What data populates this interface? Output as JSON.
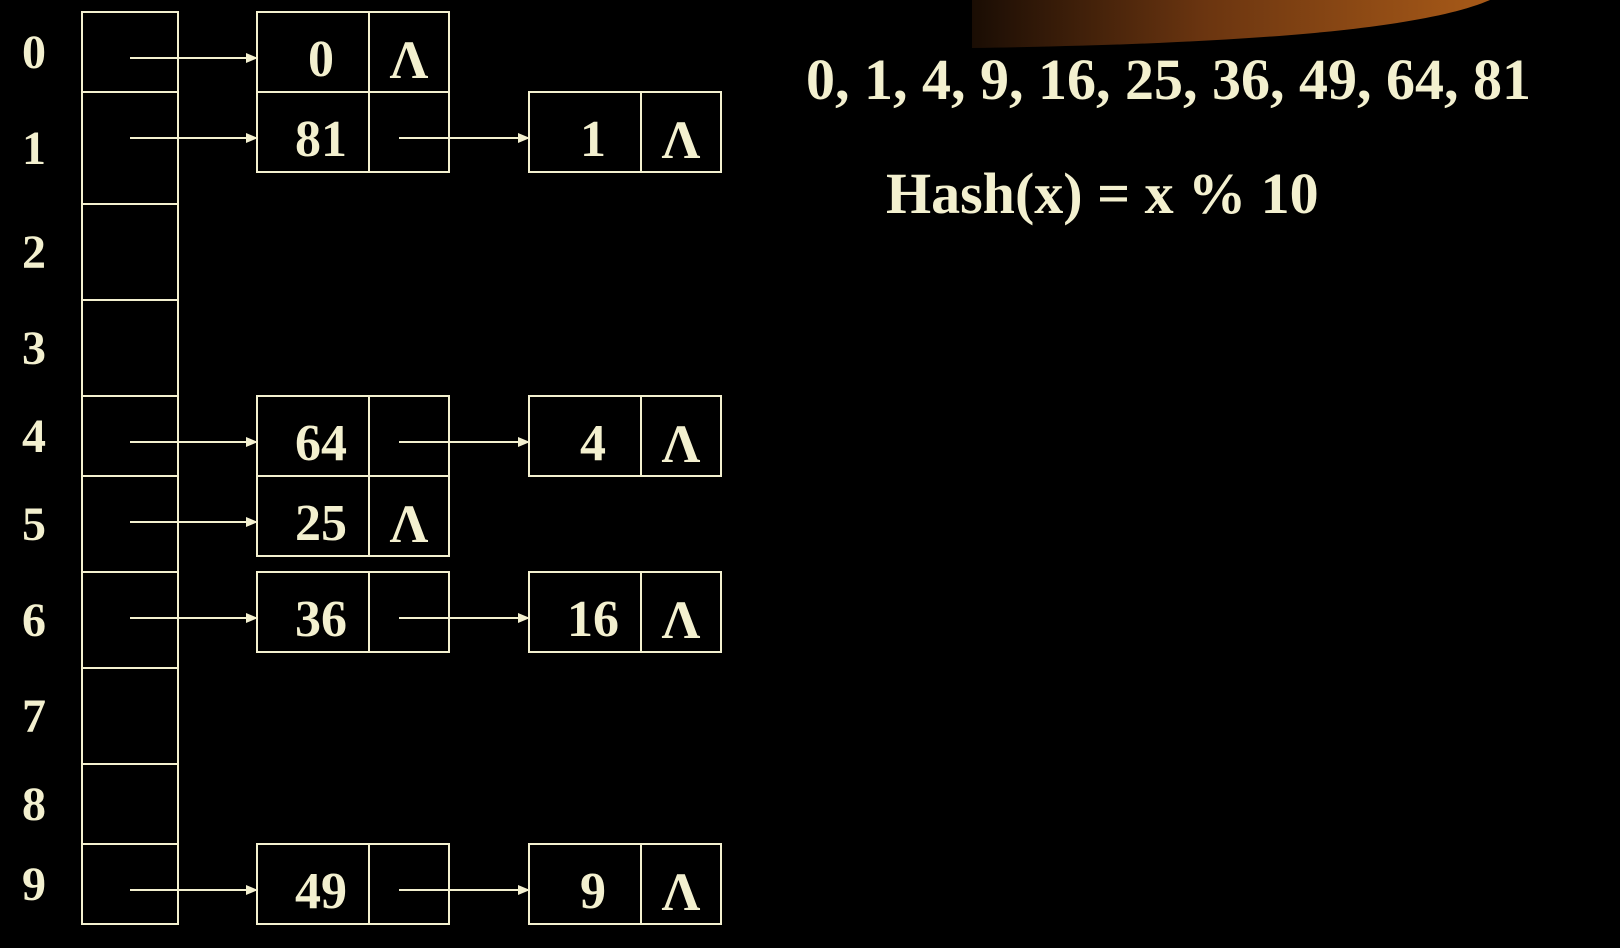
{
  "colors": {
    "background": "#000000",
    "foreground": "#f3f0cf",
    "decoration": "#8a4a12"
  },
  "keys_text": "0, 1, 4, 9, 16, 25, 36, 49, 64, 81",
  "hash_text": "Hash(x) = x % 10",
  "null_symbol": "Λ",
  "buckets": [
    {
      "index": "0",
      "chain": [
        "0"
      ]
    },
    {
      "index": "1",
      "chain": [
        "81",
        "1"
      ]
    },
    {
      "index": "2",
      "chain": []
    },
    {
      "index": "3",
      "chain": []
    },
    {
      "index": "4",
      "chain": [
        "64",
        "4"
      ]
    },
    {
      "index": "5",
      "chain": [
        "25"
      ]
    },
    {
      "index": "6",
      "chain": [
        "36",
        "16"
      ]
    },
    {
      "index": "7",
      "chain": []
    },
    {
      "index": "8",
      "chain": []
    },
    {
      "index": "9",
      "chain": [
        "49",
        "9"
      ]
    }
  ]
}
